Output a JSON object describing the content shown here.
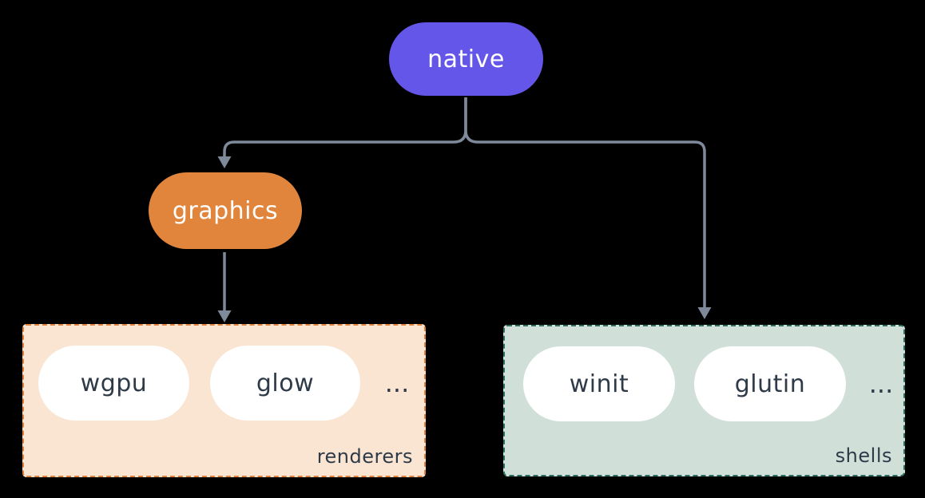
{
  "diagram": {
    "background_color": "#000000",
    "connector_color": "#7E8A9A",
    "nodes": {
      "native": {
        "label": "native",
        "fill": "#6456E8",
        "text_color": "#FFFFFF"
      },
      "graphics": {
        "label": "graphics",
        "fill": "#E2853C",
        "text_color": "#FFFFFF"
      }
    },
    "groups": {
      "renderers": {
        "label": "renderers",
        "fill": "#FAE5D3",
        "border_color": "#E0823C",
        "item_text_color": "#2E3A47",
        "items": [
          "wgpu",
          "glow"
        ],
        "ellipsis": "..."
      },
      "shells": {
        "label": "shells",
        "fill": "#D0E0D9",
        "border_color": "#2B6E60",
        "item_text_color": "#2E3A47",
        "items": [
          "winit",
          "glutin"
        ],
        "ellipsis": "..."
      }
    },
    "edges": [
      {
        "from": "native",
        "to": "graphics"
      },
      {
        "from": "native",
        "to": "shells"
      },
      {
        "from": "graphics",
        "to": "renderers"
      }
    ]
  }
}
